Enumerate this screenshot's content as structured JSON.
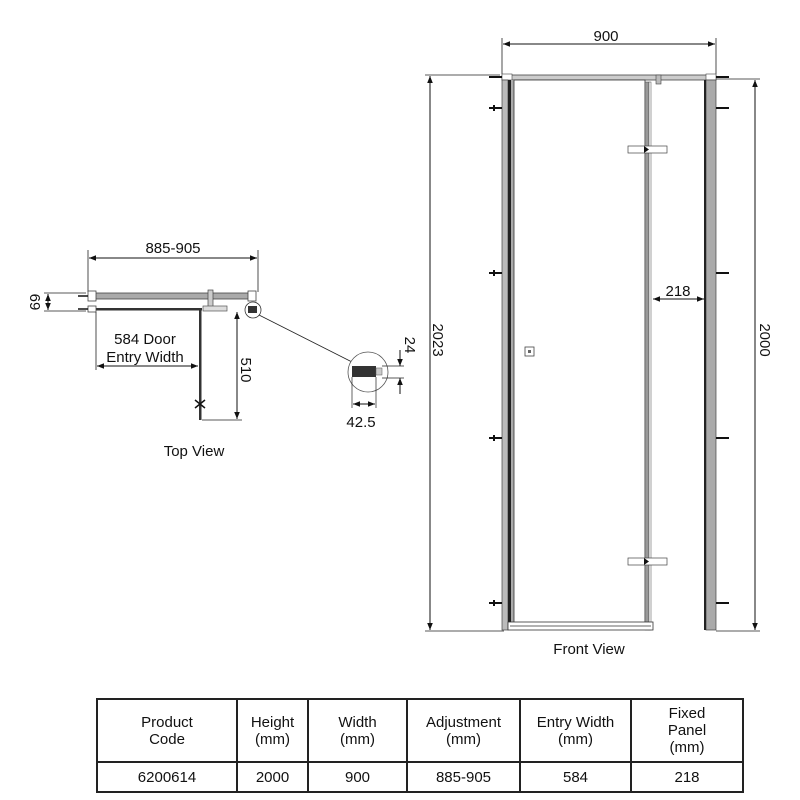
{
  "top_view": {
    "title": "Top View",
    "dim_adjustment": "885-905",
    "dim_depth": "69",
    "dim_entry_line1": "584 Door",
    "dim_entry_line2": "Entry Width",
    "dim_door_swing": "510",
    "detail_dim_height": "24",
    "detail_dim_width": "42.5"
  },
  "front_view": {
    "title": "Front View",
    "dim_width": "900",
    "dim_overall_height": "2023",
    "dim_height": "2000",
    "dim_fixed_panel": "218"
  },
  "table": {
    "headers": [
      "Product\nCode",
      "Height\n(mm)",
      "Width\n(mm)",
      "Adjustment\n(mm)",
      "Entry Width\n(mm)",
      "Fixed\nPanel\n(mm)"
    ],
    "row": [
      "6200614",
      "2000",
      "900",
      "885-905",
      "584",
      "218"
    ]
  }
}
